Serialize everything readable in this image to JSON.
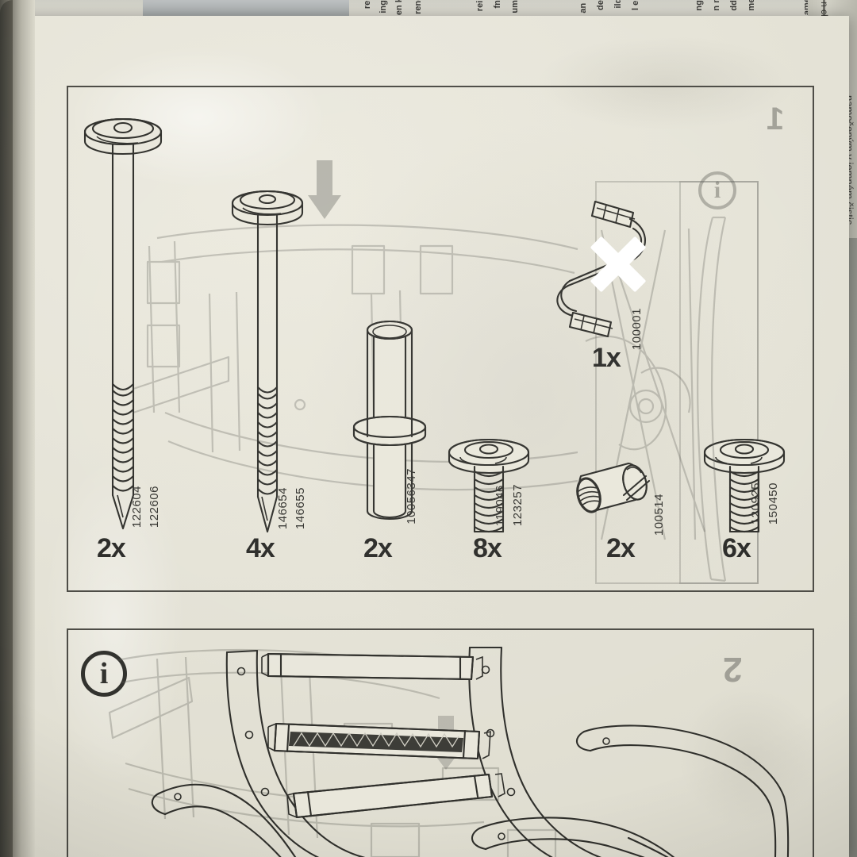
{
  "document": {
    "type": "furniture-assembly-instruction-sheet",
    "brand_style": "ikea",
    "page_numbers": {
      "parts_page": "1",
      "step_page": "2"
    }
  },
  "background": {
    "top_text_snippets": [
      "ren",
      "ings",
      "en kl",
      "reng",
      "rein",
      "fni.",
      "um i",
      "an n",
      "del.",
      "ildt",
      "l en",
      "nge",
      "n m",
      "dde",
      "met",
      "amel",
      "inigt"
    ],
    "right_page_text": "namočeným v jemném čistic",
    "right_page_text_2": "n chl"
  },
  "panels": {
    "parts": {
      "name": "parts-list-panel",
      "info_icon": "info-icon",
      "page_label": "1",
      "items": [
        {
          "id": "part-long-bolt-a",
          "icon": "long-bolt-icon",
          "codes": "122604\n122606",
          "quantity": "2x"
        },
        {
          "id": "part-long-bolt-b",
          "icon": "long-bolt-icon",
          "codes": "146654\n146655",
          "quantity": "4x"
        },
        {
          "id": "part-sleeve-tube",
          "icon": "sleeve-tube-icon",
          "codes": "10056347",
          "quantity": "2x"
        },
        {
          "id": "part-flanged-screw-small",
          "icon": "flanged-screw-icon",
          "codes": "119046\n123257",
          "quantity": "8x"
        },
        {
          "id": "part-barrel-nut",
          "icon": "barrel-nut-icon",
          "codes": "100514",
          "quantity": "2x"
        },
        {
          "id": "part-flanged-screw-large",
          "icon": "flanged-screw-icon",
          "codes": "120925\n150450",
          "quantity": "6x"
        }
      ],
      "excluded_item": {
        "id": "part-allen-key",
        "icon": "allen-key-icon",
        "codes": "100001",
        "quantity": "1x",
        "marked_out": true,
        "mark_color": "#ffffff",
        "mark_icon": "white-x-mark"
      }
    },
    "step": {
      "name": "assembly-step-panel",
      "info_icon": "info-icon",
      "page_label": "2",
      "illustration": "chair-frame-assembly-diagram"
    }
  },
  "colors": {
    "paper": "#e6e4d8",
    "ink": "#2f2f2b",
    "ghost_ink": "#5f5f58",
    "marker_white": "#ffffff",
    "desk": "#8a8c85",
    "spine_shadow": "#4e4d46"
  }
}
